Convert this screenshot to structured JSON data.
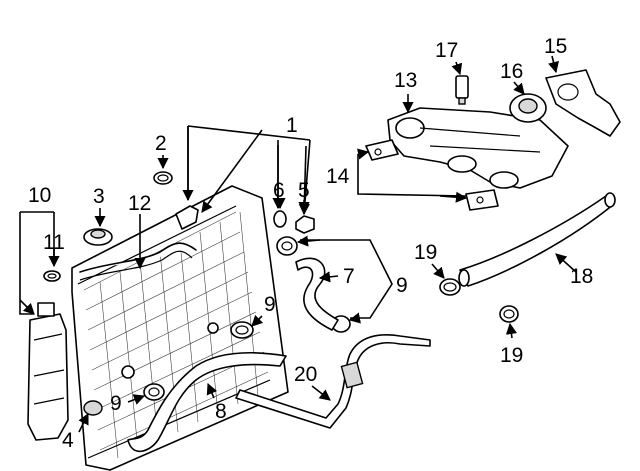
{
  "callouts": {
    "c1": "1",
    "c2": "2",
    "c3": "3",
    "c4": "4",
    "c5": "5",
    "c6": "6",
    "c7": "7",
    "c8": "8",
    "c9a": "9",
    "c9b": "9",
    "c9c": "9",
    "c10": "10",
    "c11": "11",
    "c12": "12",
    "c13": "13",
    "c14": "14",
    "c15": "15",
    "c16": "16",
    "c17": "17",
    "c18": "18",
    "c19a": "19",
    "c19b": "19",
    "c20": "20"
  }
}
